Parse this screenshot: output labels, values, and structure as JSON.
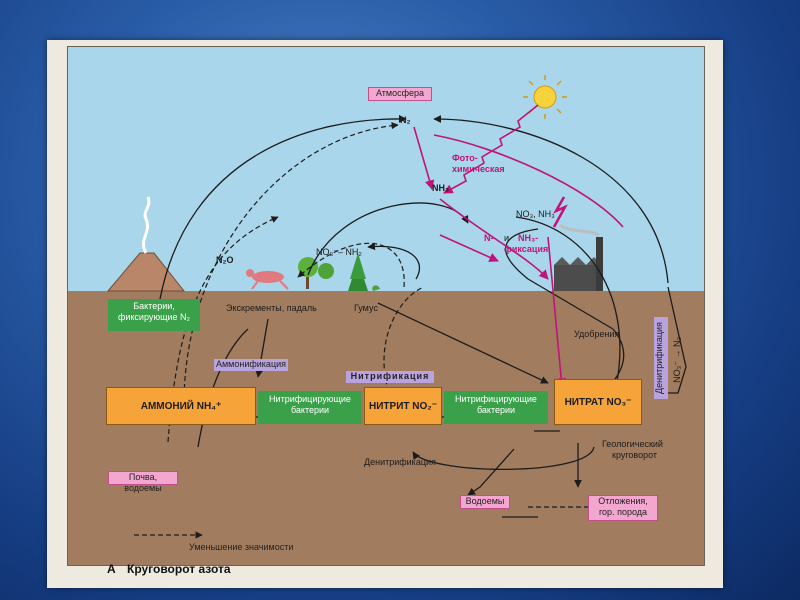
{
  "atmosphere": "Атмосфера",
  "n2": "N₂",
  "nh3": "NH₃",
  "photochem1": "Фото-",
  "photochem2": "химическая",
  "no3_nh3": "NO₃, NH₃",
  "fixation1": "N-",
  "fixation_and": "и",
  "fixation2": "NH₃-",
  "fixation3": "фиксация",
  "n2o": "N₂O",
  "no3_nh2": "NO₃⁻– NH₂",
  "bacteria1": "Бактерии,",
  "bacteria2": "фиксирующие N₂",
  "excrements": "Экскременты, падаль",
  "humus": "Гумус",
  "fertilizers": "Удобрения",
  "denitr_vertical": "Денитрификация",
  "no3_n2": "NO₃⁻ → N₂",
  "ammonification": "Аммонификация",
  "nitrification": "Нитрификация",
  "ammonium": "АММОНИЙ NH₄⁺",
  "nitrit": "НИТРИТ NO₂⁻",
  "nitrat": "НИТРАТ NO₃⁻",
  "nitrifying1a": "Нитрифицирующие",
  "nitrifying1b": "бактерии",
  "nitrifying2a": "Нитрифицирующие",
  "nitrifying2b": "бактерии",
  "geo1": "Геологический",
  "geo2": "круговорот",
  "denitrification": "Денитрификация",
  "soil_water": "Почва, водоемы",
  "water_bodies": "Водоемы",
  "deposits1": "Отложения,",
  "deposits2": "гор. порода",
  "legend": "Уменьшение значимости",
  "caption_letter": "A",
  "caption_title": "Круговорот азота"
}
